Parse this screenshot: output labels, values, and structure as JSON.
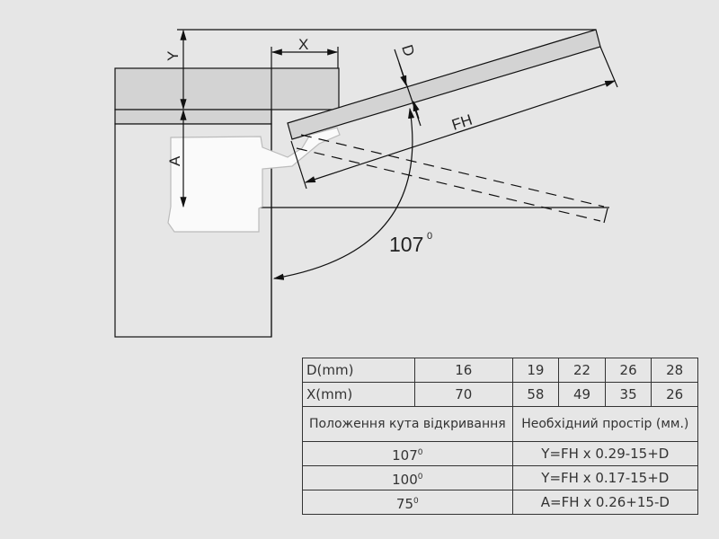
{
  "diagram": {
    "labels": {
      "y": "Y",
      "x": "X",
      "a": "A",
      "d": "D",
      "fh": "FH",
      "angle": "107",
      "angle_unit": "0"
    }
  },
  "table": {
    "d_row": {
      "label": "D(mm)",
      "values": [
        "16",
        "19",
        "22",
        "26",
        "28"
      ]
    },
    "x_row": {
      "label": "X(mm)",
      "values": [
        "70",
        "58",
        "49",
        "35",
        "26"
      ]
    },
    "header": {
      "angle_col": "Положення кута відкривання",
      "space_col": "Необхідний простір (мм.)"
    },
    "rows": [
      {
        "angle": "107",
        "deg": "0",
        "formula": "Y=FH x 0.29-15+D"
      },
      {
        "angle": "100",
        "deg": "0",
        "formula": "Y=FH x 0.17-15+D"
      },
      {
        "angle": "75",
        "deg": "0",
        "formula": "A=FH x 0.26+15-D"
      }
    ]
  }
}
